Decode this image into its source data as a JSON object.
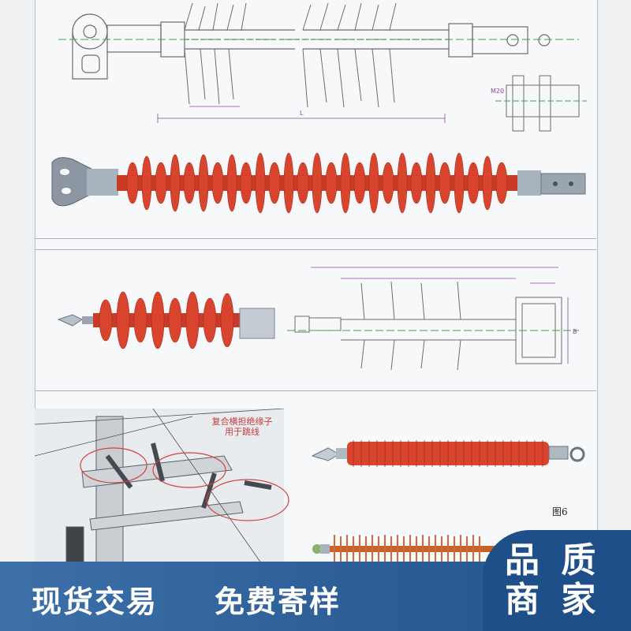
{
  "callout": {
    "line1": "复合横担绝缘子",
    "line2": "用于跳线"
  },
  "figure_label": "图6",
  "drawing_labels": {
    "total_length": "L",
    "bolt": "M20",
    "width_b": "B"
  },
  "banner": {
    "slogan_left": "现货交易",
    "slogan_right": "免费寄样",
    "badge_line1": "品 质",
    "badge_line2": "商 家"
  },
  "colors": {
    "insulator_red": "#d9442e",
    "banner_blue": "#2d5e98",
    "badge_blue": "#1f4f88",
    "dim_line": "#8a4a9a",
    "centerline": "#3aa44a"
  }
}
